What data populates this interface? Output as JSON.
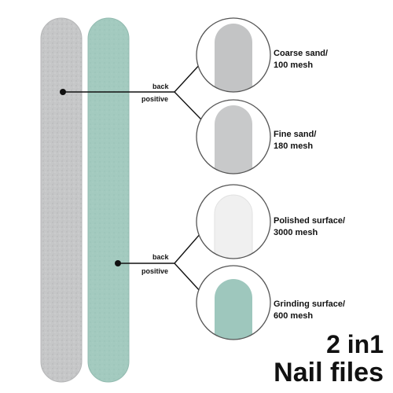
{
  "callouts": [
    {
      "upper": "back",
      "lower": "positive"
    },
    {
      "upper": "back",
      "lower": "positive"
    }
  ],
  "grits": [
    {
      "line1": "Coarse sand/",
      "line2": "100 mesh",
      "color": "#c3c4c5"
    },
    {
      "line1": "Fine sand/",
      "line2": "180 mesh",
      "color": "#c8c9ca"
    },
    {
      "line1": "Polished surface/",
      "line2": "3000 mesh",
      "color": "#f0f0f0"
    },
    {
      "line1": "Grinding surface/",
      "line2": "600 mesh",
      "color": "#9ec7bd"
    }
  ],
  "headline": {
    "line1": "2 in1",
    "line2": "Nail files"
  },
  "colors": {
    "grey_file": "#c6c7c8",
    "green_file": "#a3cabf",
    "circle_border": "#555555",
    "leader_line": "#111111",
    "text": "#111111"
  }
}
